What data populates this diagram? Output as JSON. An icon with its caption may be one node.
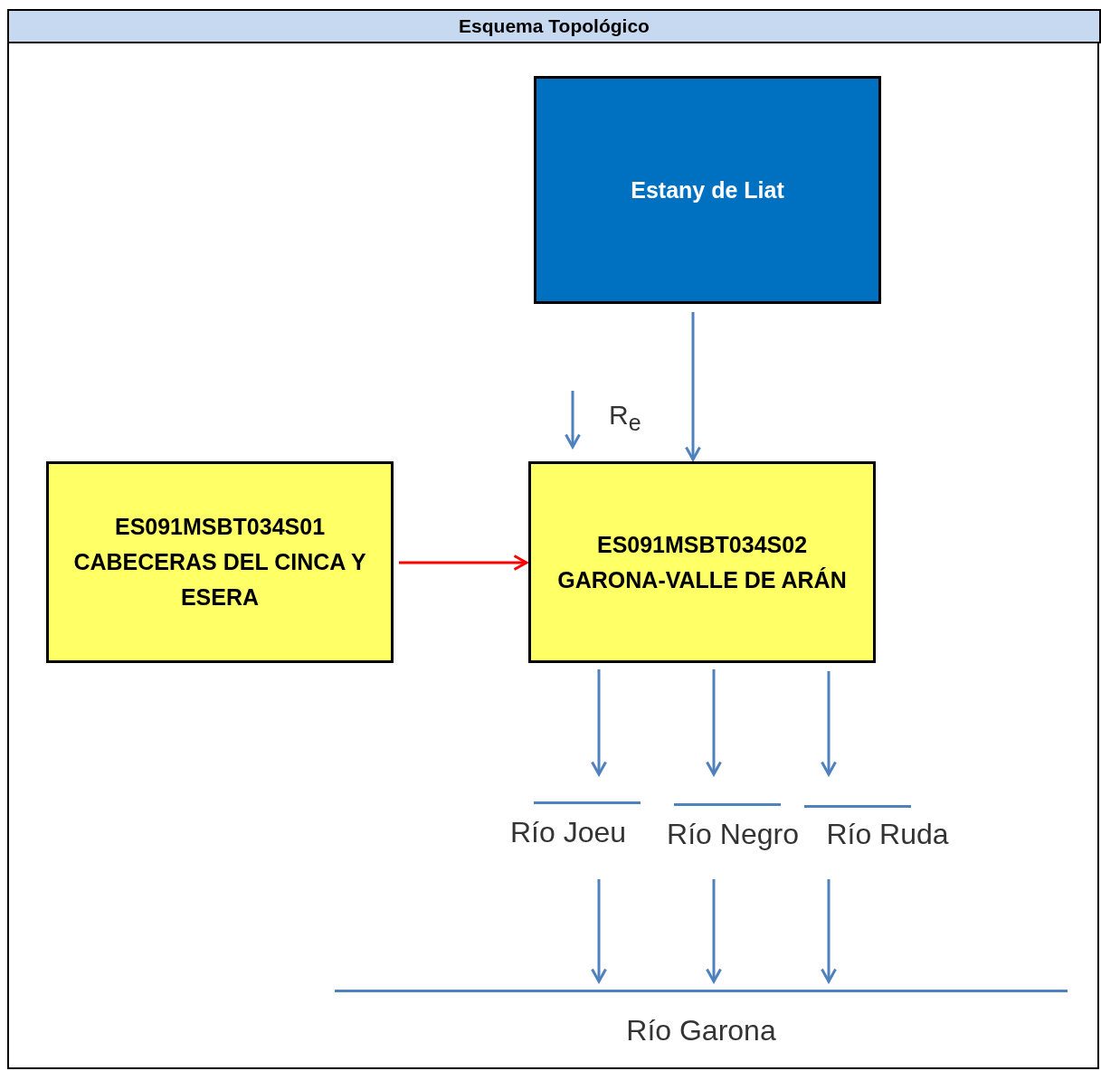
{
  "diagram": {
    "title": "Esquema Topológico",
    "nodes": [
      {
        "text": [
          "Estany de Liat"
        ]
      },
      {
        "text": [
          "ES091MSBT034S01",
          "CABECERAS DEL CINCA Y ESERA"
        ]
      },
      {
        "text": [
          "ES091MSBT034S02",
          "GARONA-VALLE DE ARÁN"
        ]
      },
      {
        "text": [
          "Río Joeu"
        ]
      },
      {
        "text": [
          "Río Negro"
        ]
      },
      {
        "text": [
          "Río Ruda"
        ]
      },
      {
        "text": [
          "Río Garona"
        ]
      }
    ],
    "edges": [
      {
        "from": 0,
        "to": 2,
        "arrow": "to"
      },
      {
        "from": null,
        "to": 2,
        "arrow": "to",
        "label": "R$_{e}$"
      },
      {
        "from": 1,
        "to": 2,
        "arrow": "to",
        "color": "#ff0000"
      },
      {
        "from": 2,
        "to": 3,
        "arrow": "to"
      },
      {
        "from": 2,
        "to": 4,
        "arrow": "to"
      },
      {
        "from": 2,
        "to": 5,
        "arrow": "to"
      },
      {
        "from": 3,
        "to": 6,
        "arrow": "to"
      },
      {
        "from": 4,
        "to": 6,
        "arrow": "to"
      },
      {
        "from": 5,
        "to": 6,
        "arrow": "to"
      }
    ]
  }
}
